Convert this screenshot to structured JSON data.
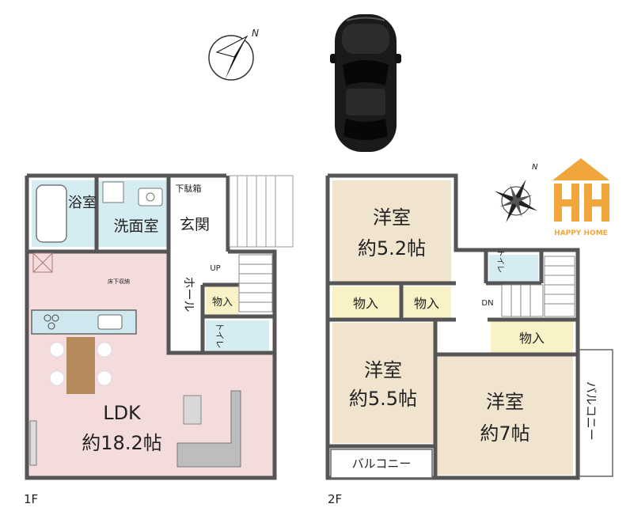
{
  "floor1": {
    "label": "1F",
    "rooms": {
      "bath": "浴室",
      "washroom": "洗面室",
      "entrance": "玄関",
      "shoe_box": "下駄箱",
      "hall": "ホール",
      "storage": "物入",
      "toilet": "トイレ",
      "ldk_name": "LDK",
      "ldk_size": "約18.2帖",
      "underfloor_storage": "床下収納",
      "stairs_up": "UP"
    }
  },
  "floor2": {
    "label": "2F",
    "rooms": {
      "western_a_name": "洋室",
      "western_a_size": "約5.2帖",
      "western_b_name": "洋室",
      "western_b_size": "約5.5帖",
      "western_c_name": "洋室",
      "western_c_size": "約7帖",
      "storage_1": "物入",
      "storage_2": "物入",
      "storage_3": "物入",
      "toilet": "トイレ",
      "balcony_south": "バルコニー",
      "balcony_east": "バルコニー",
      "stairs_down": "DN"
    }
  },
  "compass": {
    "north": "N"
  },
  "brand": {
    "logo_text": "HAPPY HOME"
  },
  "colors": {
    "ldk": "#f4dcdc",
    "western": "#f1e4cf",
    "wet_area": "#d6ecf3",
    "storage": "#f8f2c6",
    "wall": "#555555",
    "logo": "#f0a63a"
  }
}
